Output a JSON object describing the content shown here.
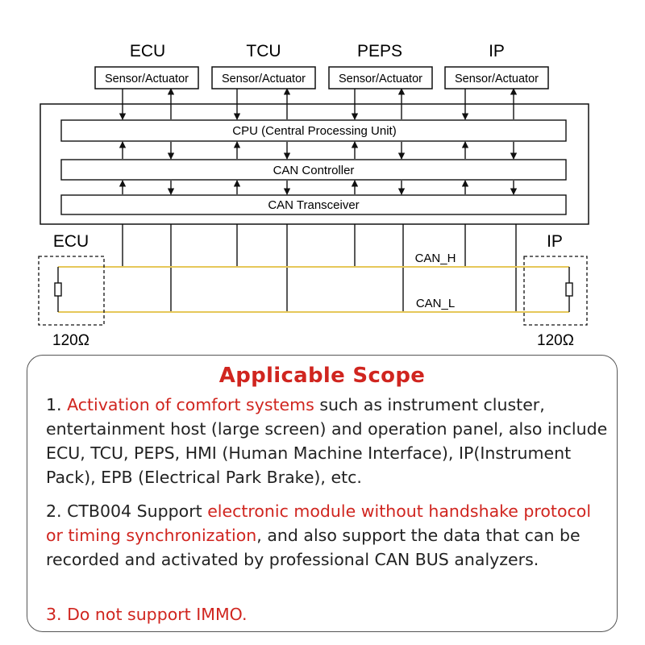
{
  "diagram": {
    "modules": [
      "ECU",
      "TCU",
      "PEPS",
      "IP"
    ],
    "module_box_label": "Sensor/Actuator",
    "layers": {
      "cpu": "CPU (Central Processing Unit)",
      "controller": "CAN Controller",
      "transceiver": "CAN Transceiver"
    },
    "bus": {
      "left_node": "ECU",
      "right_node": "IP",
      "can_high": "CAN_H",
      "can_low": "CAN_L",
      "left_resistor": "120Ω",
      "right_resistor": "120Ω"
    },
    "colors": {
      "bus_wire": "#e6c85a",
      "stroke": "#111111"
    }
  },
  "scope": {
    "title": "Applicable Scope",
    "item1": {
      "prefix": "1. ",
      "highlight": "Activation of comfort systems",
      "rest": " such as instrument cluster, entertainment host (large screen) and operation panel, also include ECU, TCU, PEPS, HMI (Human Machine Interface), IP(Instrument Pack), EPB (Electrical Park Brake), etc."
    },
    "item2": {
      "prefix": "2. CTB004 Support ",
      "highlight": "electronic module without handshake protocol or timing synchronization",
      "rest": ", and also support the data that can be recorded and activated by professional CAN BUS analyzers."
    },
    "item3": {
      "text": "3. Do not support IMMO."
    },
    "colors": {
      "accent": "#d0251f",
      "text": "#222222"
    }
  }
}
